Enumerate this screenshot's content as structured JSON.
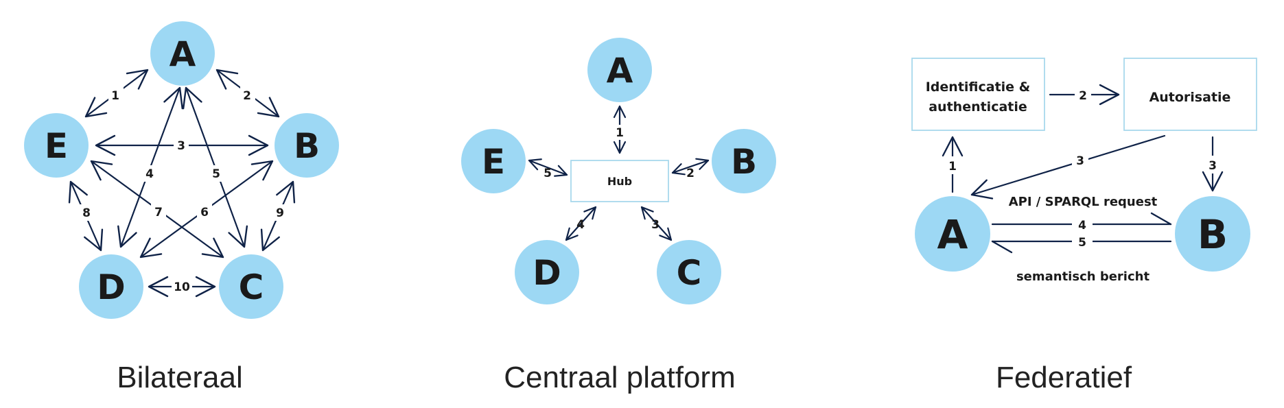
{
  "panels": {
    "bilateraal": {
      "title": "Bilateraal",
      "nodes": {
        "a": "A",
        "b": "B",
        "c": "C",
        "d": "D",
        "e": "E"
      },
      "edges": {
        "e1": "1",
        "e2": "2",
        "e3": "3",
        "e4": "4",
        "e5": "5",
        "e6": "6",
        "e7": "7",
        "e8": "8",
        "e9": "9",
        "e10": "10"
      }
    },
    "centraal": {
      "title": "Centraal platform",
      "hub": "Hub",
      "nodes": {
        "a": "A",
        "b": "B",
        "c": "C",
        "d": "D",
        "e": "E"
      },
      "edges": {
        "e1": "1",
        "e2": "2",
        "e3": "3",
        "e4": "4",
        "e5": "5"
      }
    },
    "federatief": {
      "title": "Federatief",
      "box_identificatie": [
        "Identificatie &",
        "authenticatie"
      ],
      "box_autorisatie": "Autorisatie",
      "nodes": {
        "a": "A",
        "b": "B"
      },
      "edges": {
        "e1": "1",
        "e2": "2",
        "e3a": "3",
        "e3b": "3",
        "e4": "4",
        "e5": "5"
      },
      "request_label": "API / SPARQL request",
      "response_label": "semantisch bericht"
    }
  },
  "colors": {
    "node": "#9dd8f4",
    "line": "#0f2247",
    "box_border": "#a8d8ec"
  }
}
